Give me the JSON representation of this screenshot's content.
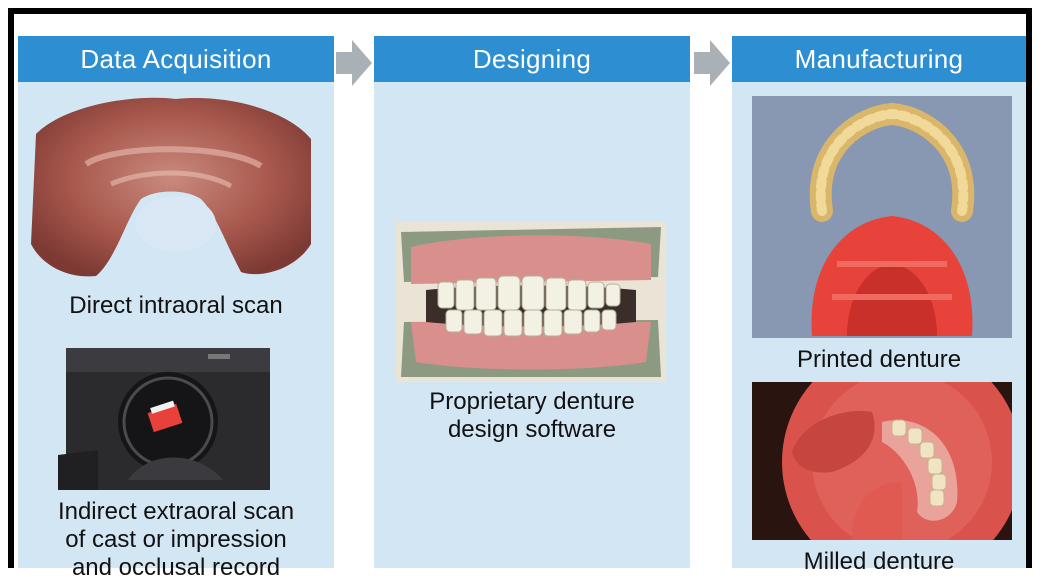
{
  "stages": [
    {
      "title": "Data Acquisition"
    },
    {
      "title": "Designing"
    },
    {
      "title": "Manufacturing"
    }
  ],
  "captions": {
    "direct_scan": "Direct intraoral scan",
    "indirect_scan": "Indirect extraoral scan\nof cast or impression\nand occlusal record",
    "design_software": "Proprietary denture\ndesign software",
    "printed": "Printed denture",
    "milled": "Milled denture"
  },
  "colors": {
    "header_bg": "#2d8ed2",
    "column_bg": "#d3e6f4",
    "arrow": "#a9b0b6"
  }
}
